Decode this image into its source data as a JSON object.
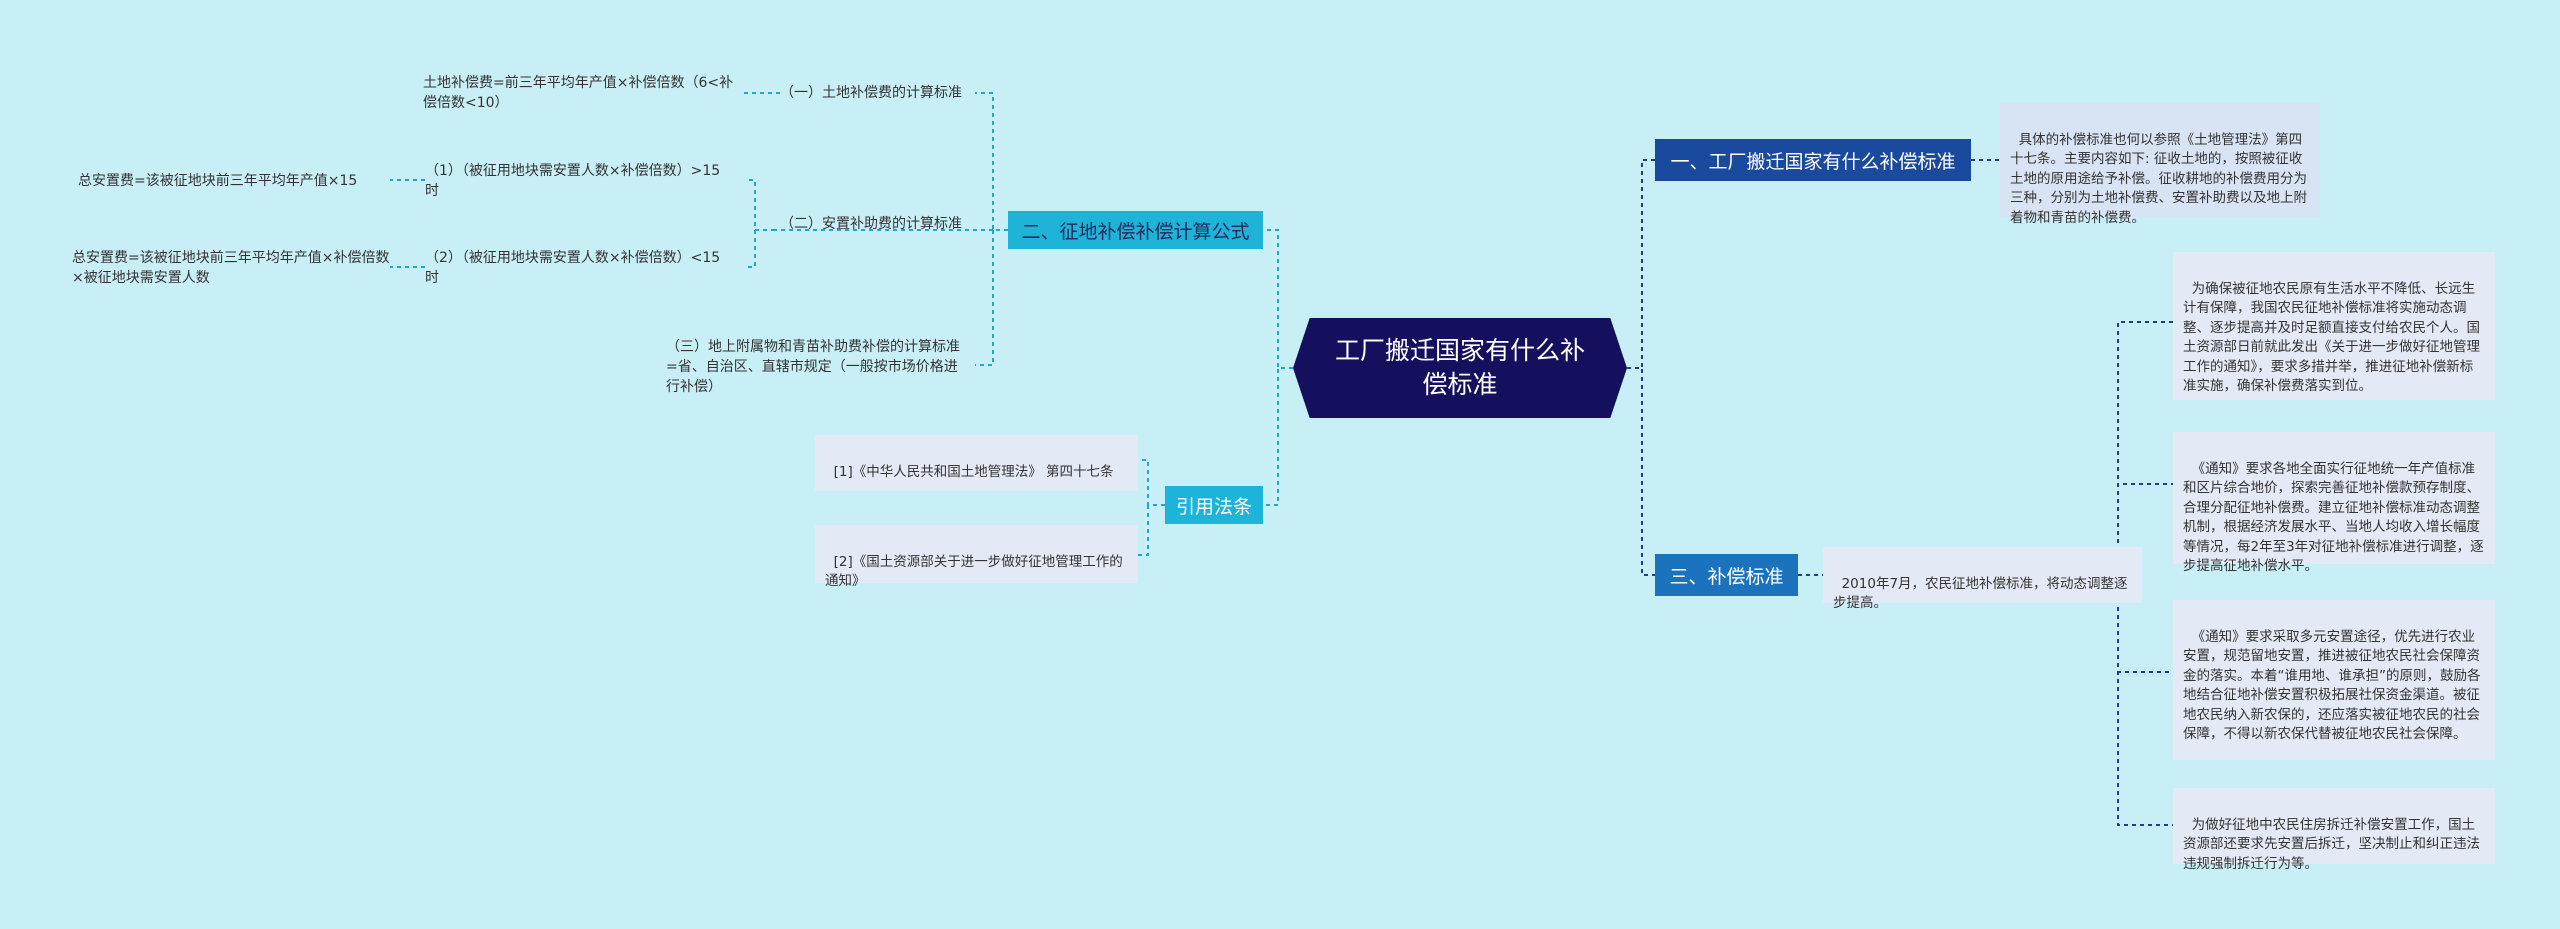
{
  "root": "工厂搬迁国家有什么补偿标准",
  "left": {
    "formula": {
      "title": "二、征地补偿补偿计算公式",
      "land": {
        "label": "（一）土地补偿费的计算标准",
        "formula": "土地补偿费=前三年平均年产值×补偿倍数（6<补偿倍数<10）"
      },
      "resettle": {
        "label": "（二）安置补助费的计算标准",
        "case1": {
          "label": "（1）（被征用地块需安置人数×补偿倍数）>15时",
          "formula": "总安置费=该被征地块前三年平均年产值×15"
        },
        "case2": {
          "label": "（2）（被征用地块需安置人数×补偿倍数）<15时",
          "formula": "总安置费=该被征地块前三年平均年产值×补偿倍数×被征地块需安置人数"
        }
      },
      "attach": "（三）地上附属物和青苗补助费补偿的计算标准=省、自治区、直辖市规定（一般按市场价格进行补偿）"
    },
    "law": {
      "title": "引用法条",
      "items": [
        "[1]《中华人民共和国土地管理法》 第四十七条",
        "[2]《国土资源部关于进一步做好征地管理工作的通知》"
      ]
    }
  },
  "right": {
    "std1": {
      "title": "一、工厂搬迁国家有什么补偿标准",
      "text": "具体的补偿标准也何以参照《土地管理法》第四十七条。主要内容如下: 征收土地的，按照被征收土地的原用途给予补偿。征收耕地的补偿费用分为三种，分别为土地补偿费、安置补助费以及地上附着物和青苗的补偿费。"
    },
    "std3": {
      "title": "三、补偿标准",
      "summary": "2010年7月，农民征地补偿标准，将动态调整逐步提高。",
      "details": [
        "为确保被征地农民原有生活水平不降低、长远生计有保障，我国农民征地补偿标准将实施动态调整、逐步提高并及时足额直接支付给农民个人。国土资源部日前就此发出《关于进一步做好征地管理工作的通知》，要求多措并举，推进征地补偿新标准实施，确保补偿费落实到位。",
        "《通知》要求各地全面实行征地统一年产值标准和区片综合地价，探索完善征地补偿款预存制度、合理分配征地补偿费。建立征地补偿标准动态调整机制，根据经济发展水平、当地人均收入增长幅度等情况，每2年至3年对征地补偿标准进行调整，逐步提高征地补偿水平。",
        "《通知》要求采取多元安置途径，优先进行农业安置，规范留地安置，推进被征地农民社会保障资金的落实。本着“谁用地、谁承担”的原则，鼓励各地结合征地补偿安置积极拓展社保资金渠道。被征地农民纳入新农保的，还应落实被征地农民的社会保障，不得以新农保代替被征地农民社会保障。",
        "为做好征地中农民住房拆迁补偿安置工作，国土资源部还要求先安置后拆迁，坚决制止和纠正违法违规强制拆迁行为等。"
      ]
    }
  },
  "colors": {
    "background": "#c9eff6",
    "root": "#15105e",
    "line_dark": "#1f3f8e",
    "line_cyan": "#20a7cf"
  }
}
